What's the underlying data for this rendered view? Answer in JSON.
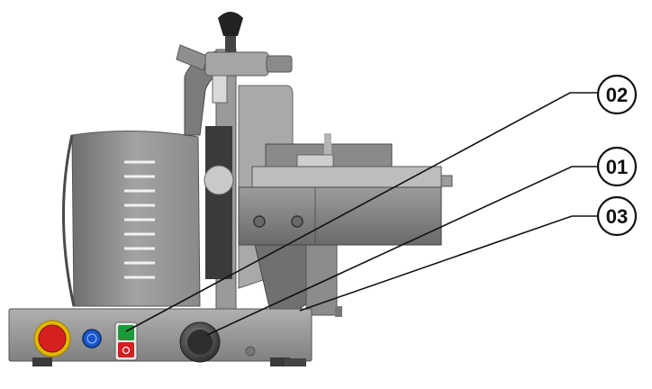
{
  "callouts": [
    {
      "id": "callout-02",
      "label": "02",
      "target": "start-stop-switch"
    },
    {
      "id": "callout-01",
      "label": "01",
      "target": "thickness-knob"
    },
    {
      "id": "callout-03",
      "label": "03",
      "target": "base-housing"
    }
  ],
  "colors": {
    "body": "#8d8d8d",
    "body_dark": "#5f5f5f",
    "base": "#9a9a9a",
    "emergency_red": "#d62020",
    "emergency_yellow": "#e0b800",
    "button_blue": "#1c57c9",
    "switch_green": "#1a9b3a",
    "switch_red": "#d02020",
    "leader_line": "#111111"
  }
}
